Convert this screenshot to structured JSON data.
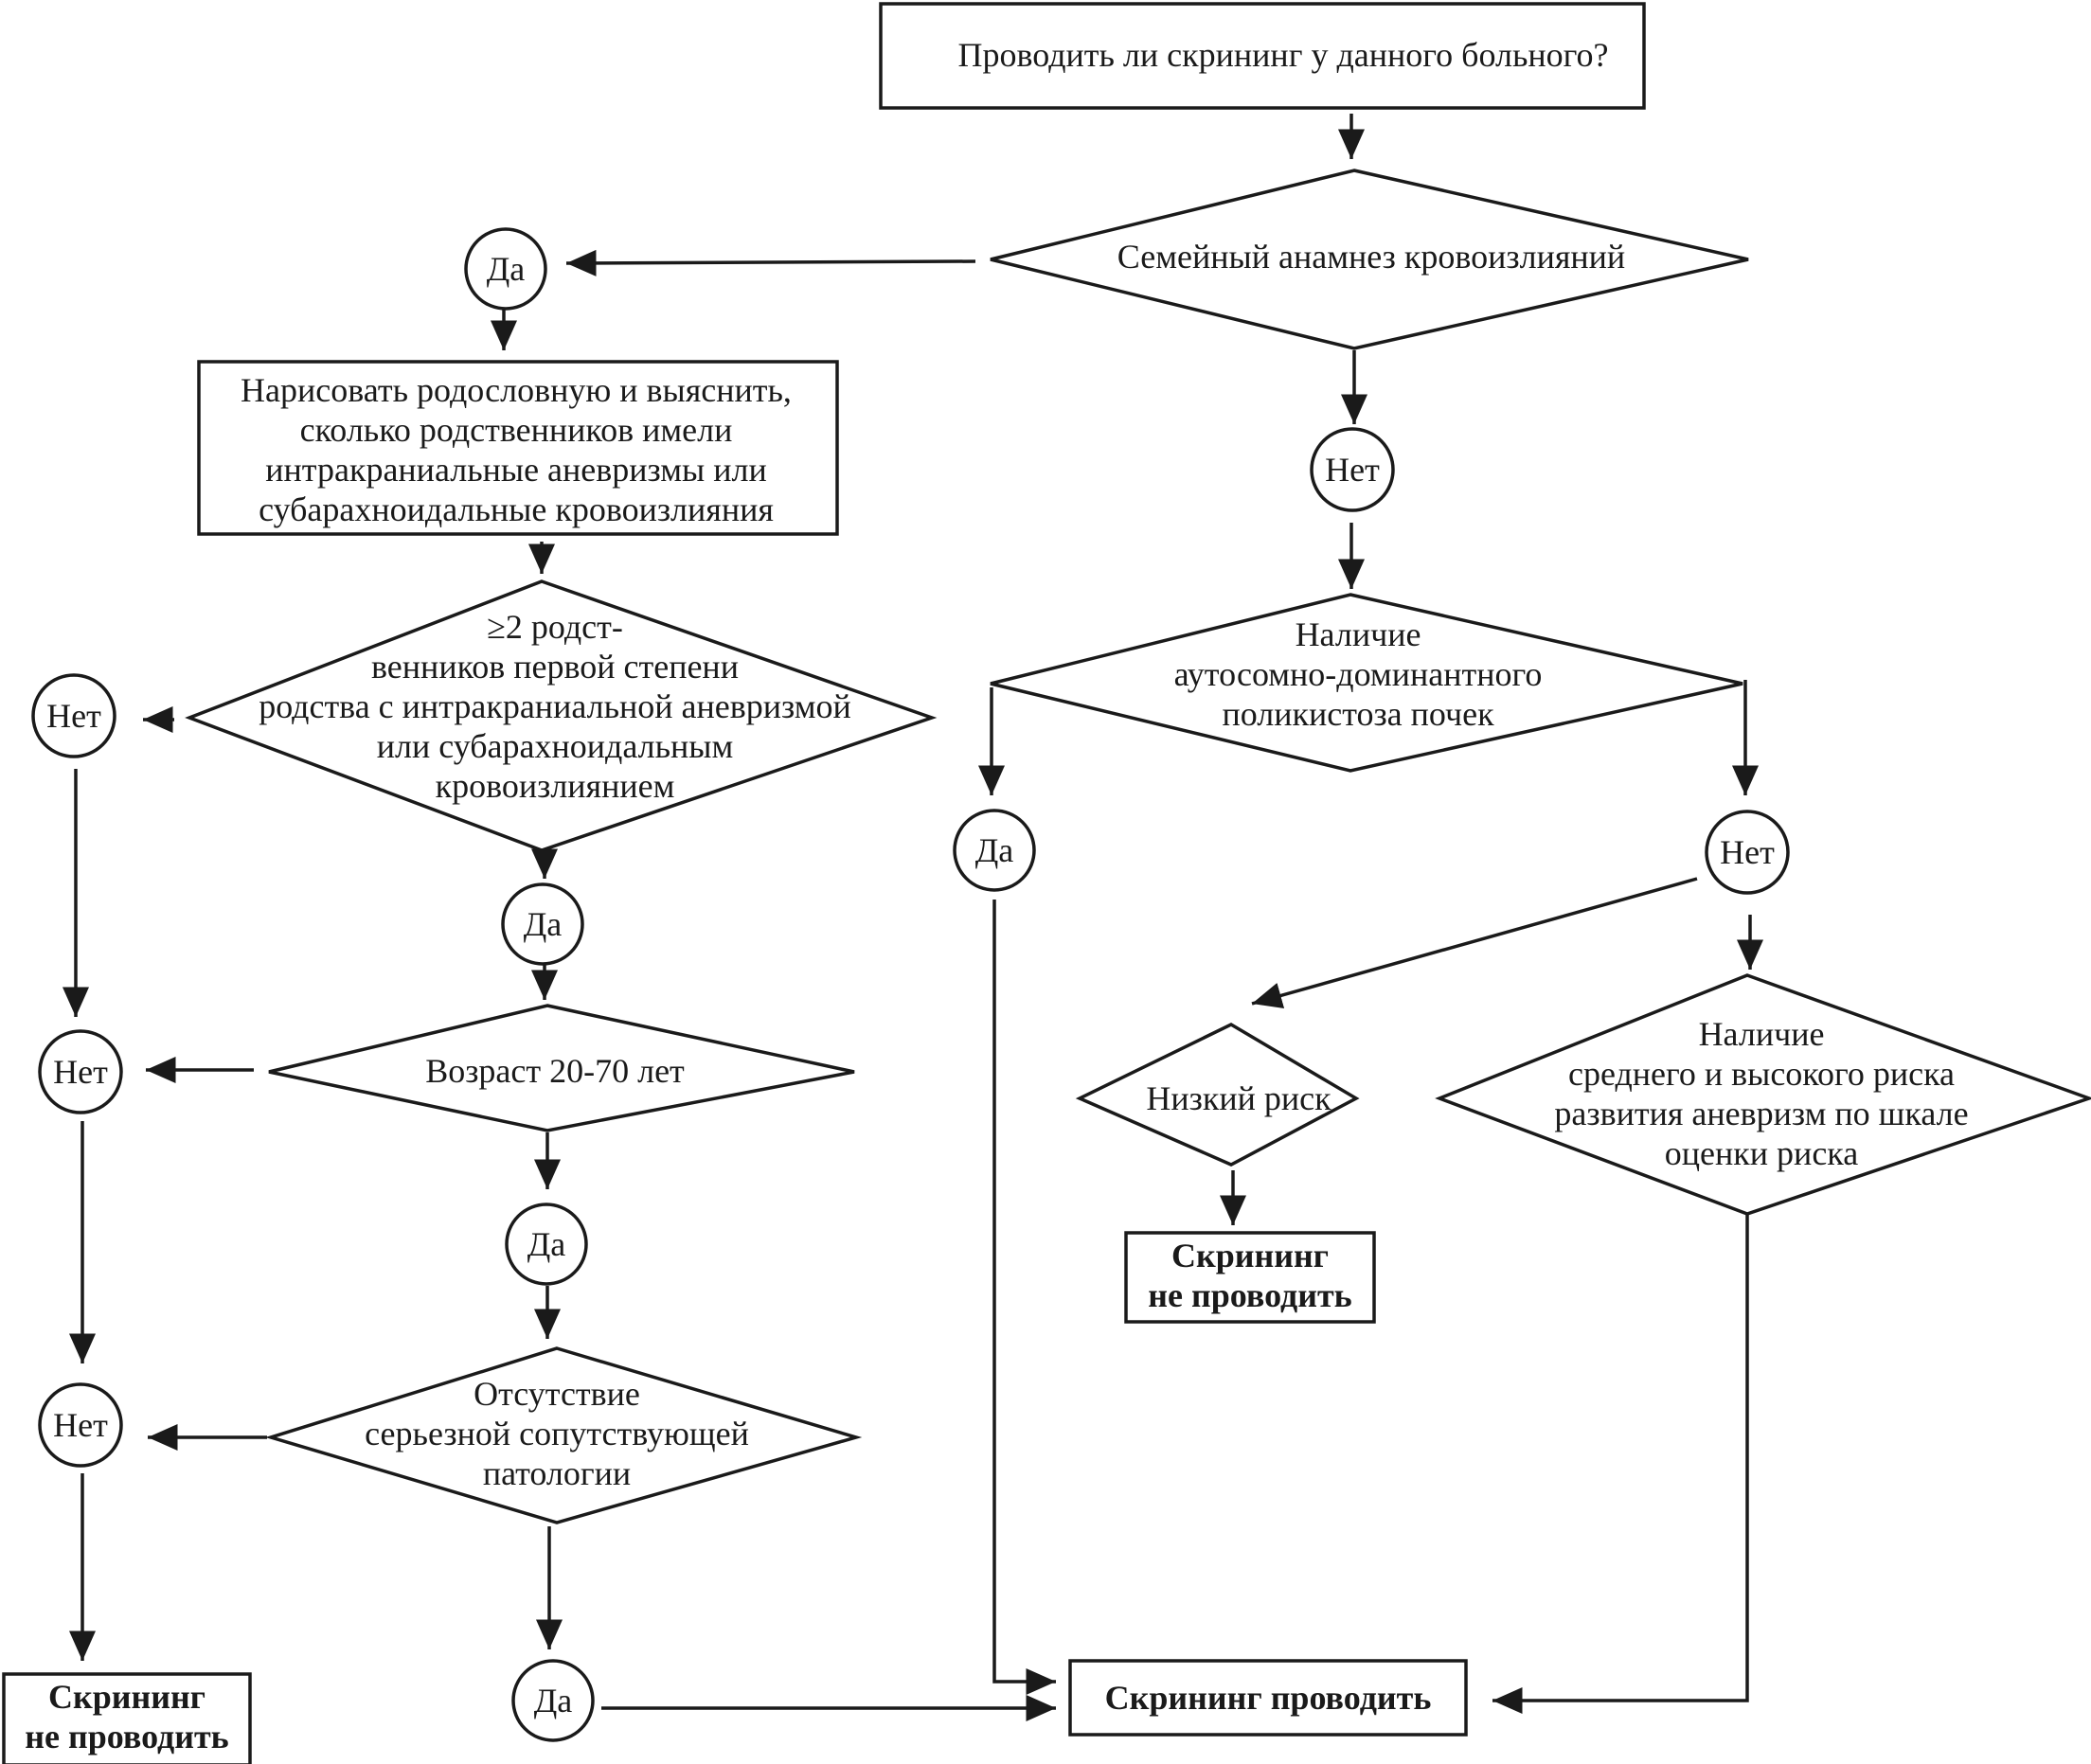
{
  "nodes": {
    "screening_question": "Проводить ли скрининг у данного больного?",
    "family_history": "Семейный анамнез кровоизлияний",
    "family_history_yes": "Да",
    "family_history_no": "Нет",
    "pedigree": [
      "Нарисовать родословную и выяснить,",
      "сколько родственников имели",
      "интракраниальные аневризмы или",
      "субарахноидальные кровоизлияния"
    ],
    "relatives": [
      "≥2 родст-",
      "венников первой степени",
      "родства с интракраниальной аневризмой",
      "или субарахноидальным",
      "кровоизлиянием"
    ],
    "relatives_no": "Нет",
    "relatives_yes": "Да",
    "age": "Возраст 20-70 лет",
    "age_no": "Нет",
    "age_yes": "Да",
    "comorbidity": [
      "Отсутствие",
      "серьезной сопутствующей",
      "патологии"
    ],
    "comorbidity_no": "Нет",
    "comorbidity_yes": "Да",
    "no_screening_left": [
      "Скрининг",
      "не проводить"
    ],
    "adpkd": [
      "Наличие",
      "аутосомно-доминантного",
      "поликистоза почек"
    ],
    "adpkd_yes": "Да",
    "adpkd_no": "Нет",
    "low_risk": "Низкий риск",
    "high_risk": [
      "Наличие",
      "среднего и высокого риска",
      "развития аневризм по шкале",
      "оценки риска"
    ],
    "no_screening_right": [
      "Скрининг",
      "не проводить"
    ],
    "do_screening": "Скрининг проводить"
  }
}
